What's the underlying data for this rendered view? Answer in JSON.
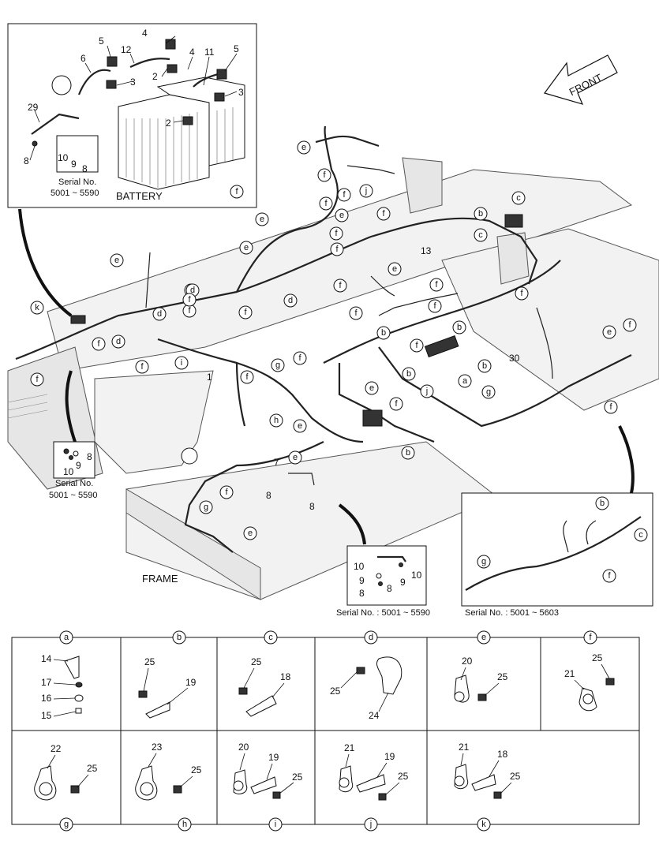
{
  "battery_inset": {
    "caption": "BATTERY",
    "serial_label": "Serial No.",
    "serial_range": "5001 ~ 5590",
    "callouts": [
      "4",
      "5",
      "12",
      "6",
      "2",
      "4",
      "11",
      "5",
      "3",
      "3",
      "29",
      "2",
      "8",
      "10",
      "9",
      "8"
    ]
  },
  "front_label": "FRONT",
  "frame_label": "FRAME",
  "left_serial": {
    "label": "Serial No.",
    "range": "5001 ~ 5590",
    "callouts": [
      "8",
      "9",
      "10"
    ]
  },
  "bottom_serial_left": {
    "text": "Serial No. : 5001 ~ 5590",
    "callouts": [
      "10",
      "9",
      "8",
      "8",
      "9",
      "10"
    ]
  },
  "bottom_serial_right": {
    "text": "Serial No. : 5001 ~ 5603",
    "callouts": [
      "b",
      "c",
      "g",
      "f"
    ]
  },
  "main_numbers": [
    "13",
    "1",
    "30",
    "7",
    "8",
    "8"
  ],
  "main_letters": [
    "e",
    "f",
    "f",
    "f",
    "f",
    "e",
    "e",
    "f",
    "j",
    "e",
    "f",
    "f",
    "b",
    "c",
    "c",
    "f",
    "f",
    "e",
    "e",
    "f",
    "d",
    "d",
    "k",
    "f",
    "d",
    "f",
    "d",
    "f",
    "f",
    "f",
    "f",
    "b",
    "f",
    "e",
    "b",
    "f",
    "f",
    "b",
    "f",
    "f",
    "f",
    "a",
    "j",
    "b",
    "f",
    "g",
    "e",
    "f",
    "g",
    "h",
    "e",
    "b",
    "f",
    "g",
    "e",
    "e",
    "i",
    "f"
  ],
  "detail_headers_top": [
    "a",
    "b",
    "c",
    "d",
    "e",
    "f"
  ],
  "detail_headers_bottom": [
    "g",
    "h",
    "i",
    "j",
    "k"
  ],
  "details": {
    "a": [
      "14",
      "17",
      "16",
      "15"
    ],
    "b": [
      "25",
      "19"
    ],
    "c": [
      "25",
      "18"
    ],
    "d": [
      "25",
      "24"
    ],
    "e": [
      "20",
      "25"
    ],
    "f": [
      "25",
      "21"
    ],
    "g": [
      "22",
      "25"
    ],
    "h": [
      "23",
      "25"
    ],
    "i": [
      "20",
      "19",
      "25"
    ],
    "j": [
      "21",
      "19",
      "25"
    ],
    "k": [
      "21",
      "18",
      "25"
    ]
  }
}
